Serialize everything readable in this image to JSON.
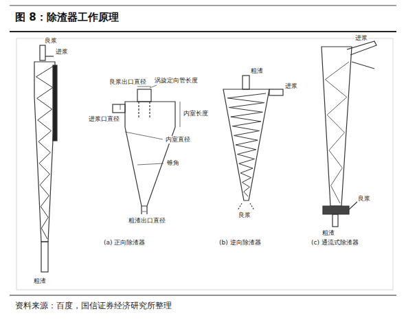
{
  "diagram": {
    "title": "图 8：除渣器工作原理",
    "caption": "资料来源：百度，国信证券经济研究所整理",
    "labels": [
      "良浆",
      "进浆",
      "粗渣",
      "良浆出口直径",
      "涡旋定向管长度",
      "进浆口直径",
      "内室长度",
      "内室直径",
      "锥角",
      "粗渣出口直径",
      "(a) 正向除渣器",
      "粗渣",
      "进浆",
      "良浆",
      "(b) 逆向除渣器",
      "进浆",
      "良浆",
      "粗渣",
      "(c) 通流式除渣器"
    ]
  }
}
